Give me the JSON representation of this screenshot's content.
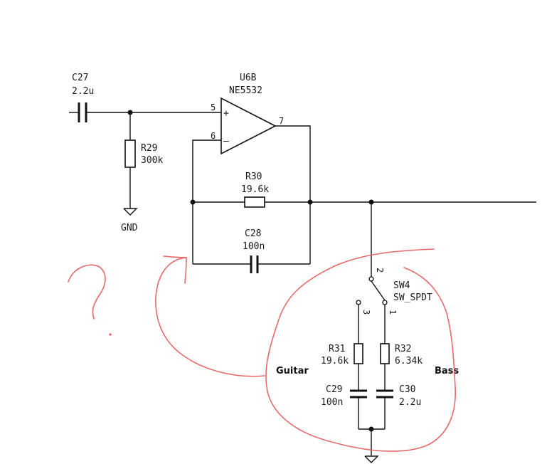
{
  "components": {
    "c27": {
      "ref": "C27",
      "value": "2.2u"
    },
    "r29": {
      "ref": "R29",
      "value": "300k"
    },
    "gnd": {
      "label": "GND"
    },
    "u6b": {
      "ref": "U6B",
      "value": "NE5532",
      "pin_plus": "5",
      "pin_minus": "6",
      "pin_out": "7",
      "sign_plus": "+",
      "sign_minus": "–"
    },
    "r30": {
      "ref": "R30",
      "value": "19.6k"
    },
    "c28": {
      "ref": "C28",
      "value": "100n"
    },
    "sw4": {
      "ref": "SW4",
      "value": "SW_SPDT",
      "pin_common": "2",
      "pin_a": "3",
      "pin_b": "1"
    },
    "r31": {
      "ref": "R31",
      "value": "19.6k"
    },
    "r32": {
      "ref": "R32",
      "value": "6.34k"
    },
    "c29": {
      "ref": "C29",
      "value": "100n"
    },
    "c30": {
      "ref": "C30",
      "value": "2.2u"
    }
  },
  "annotations": {
    "guitar": "Guitar",
    "bass": "Bass",
    "question_mark": "?"
  },
  "colors": {
    "wire": "#111111",
    "annotation_ink": "#e35a5a"
  }
}
